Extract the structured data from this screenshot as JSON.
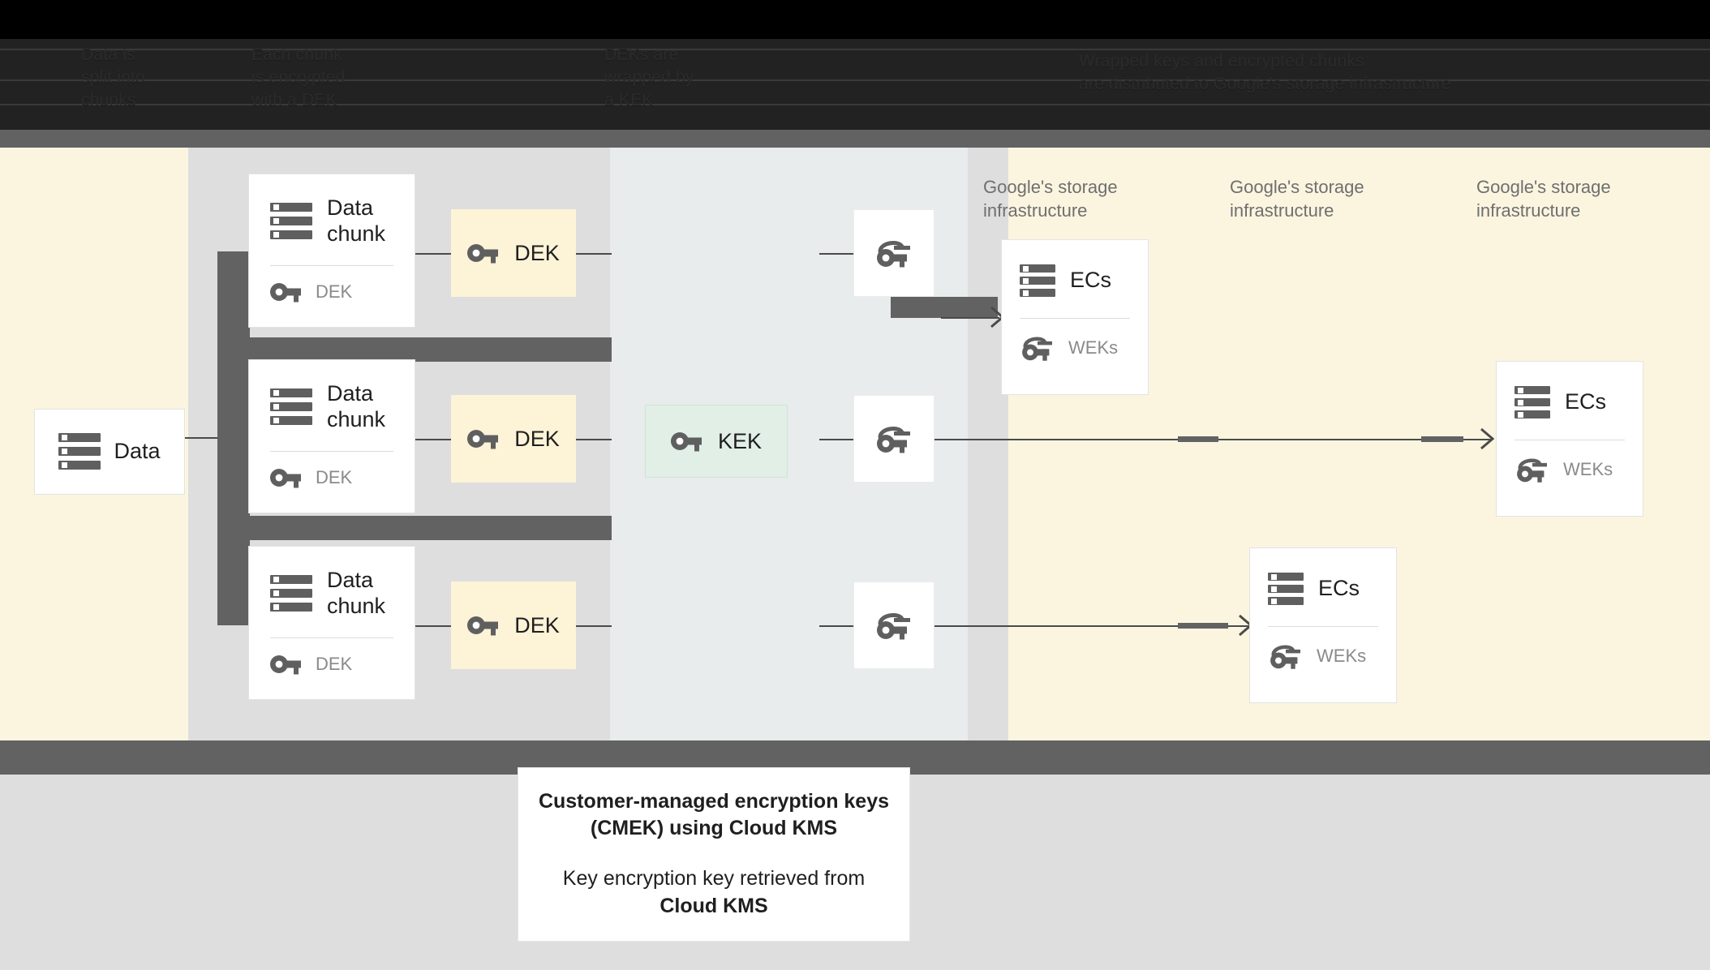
{
  "legend": {
    "obscured": true,
    "col1": "Data is\nsplit into\nchunks",
    "col2": "Each chunk\nis encrypted\nwith a DEK",
    "col3": "DEKs are\nwrapped by\na KEK",
    "col4": "Wrapped keys and encrypted chunks\nare distributed to Google's storage infrastructure"
  },
  "columns": {
    "data_lane_color": "#dededf",
    "cream_color": "#fbf5e0",
    "bluegray_color": "#e8ecec"
  },
  "nodes": {
    "data": {
      "title": "Data",
      "icon": "database-icon"
    },
    "chunks": [
      {
        "title": "Data\nchunk",
        "sub": "DEK",
        "icon": "database-icon",
        "sub_icon": "key-icon"
      },
      {
        "title": "Data\nchunk",
        "sub": "DEK",
        "icon": "database-icon",
        "sub_icon": "key-icon"
      },
      {
        "title": "Data\nchunk",
        "sub": "DEK",
        "icon": "database-icon",
        "sub_icon": "key-icon"
      }
    ],
    "deks": [
      {
        "label": "DEK",
        "icon": "key-icon"
      },
      {
        "label": "DEK",
        "icon": "key-icon"
      },
      {
        "label": "DEK",
        "icon": "key-icon"
      }
    ],
    "kek": {
      "label": "KEK",
      "icon": "key-icon"
    },
    "wrapped_keys": [
      {
        "icon": "wrapped-key-icon"
      },
      {
        "icon": "wrapped-key-icon"
      },
      {
        "icon": "wrapped-key-icon"
      }
    ],
    "storage_labels": [
      "Google's storage\ninfrastructure",
      "Google's storage\ninfrastructure",
      "Google's storage\ninfrastructure"
    ],
    "ec_cards": [
      {
        "title": "ECs",
        "sub": "WEKs",
        "icon": "database-icon",
        "sub_icon": "wrapped-key-icon"
      },
      {
        "title": "ECs",
        "sub": "WEKs",
        "icon": "database-icon",
        "sub_icon": "wrapped-key-icon"
      },
      {
        "title": "ECs",
        "sub": "WEKs",
        "icon": "database-icon",
        "sub_icon": "wrapped-key-icon"
      }
    ]
  },
  "caption": {
    "title": "Customer-managed encryption keys\n(CMEK) using Cloud KMS",
    "line_prefix": "Key encryption key retrieved from ",
    "line_strong": "Cloud KMS"
  },
  "colors": {
    "cream": "#fbf5e0",
    "chip_dek": "#fdf3d7",
    "chip_kek": "#e1efe7",
    "bluegray": "#e8ecec",
    "lane_gray": "#dededf",
    "frame_gray": "#626262",
    "footer_gray": "#dedede",
    "icon_gray": "#5f5f5f",
    "text_dark": "#1f1f1f",
    "text_muted": "#8a8a8a",
    "infra_text": "#6f6f6f"
  }
}
